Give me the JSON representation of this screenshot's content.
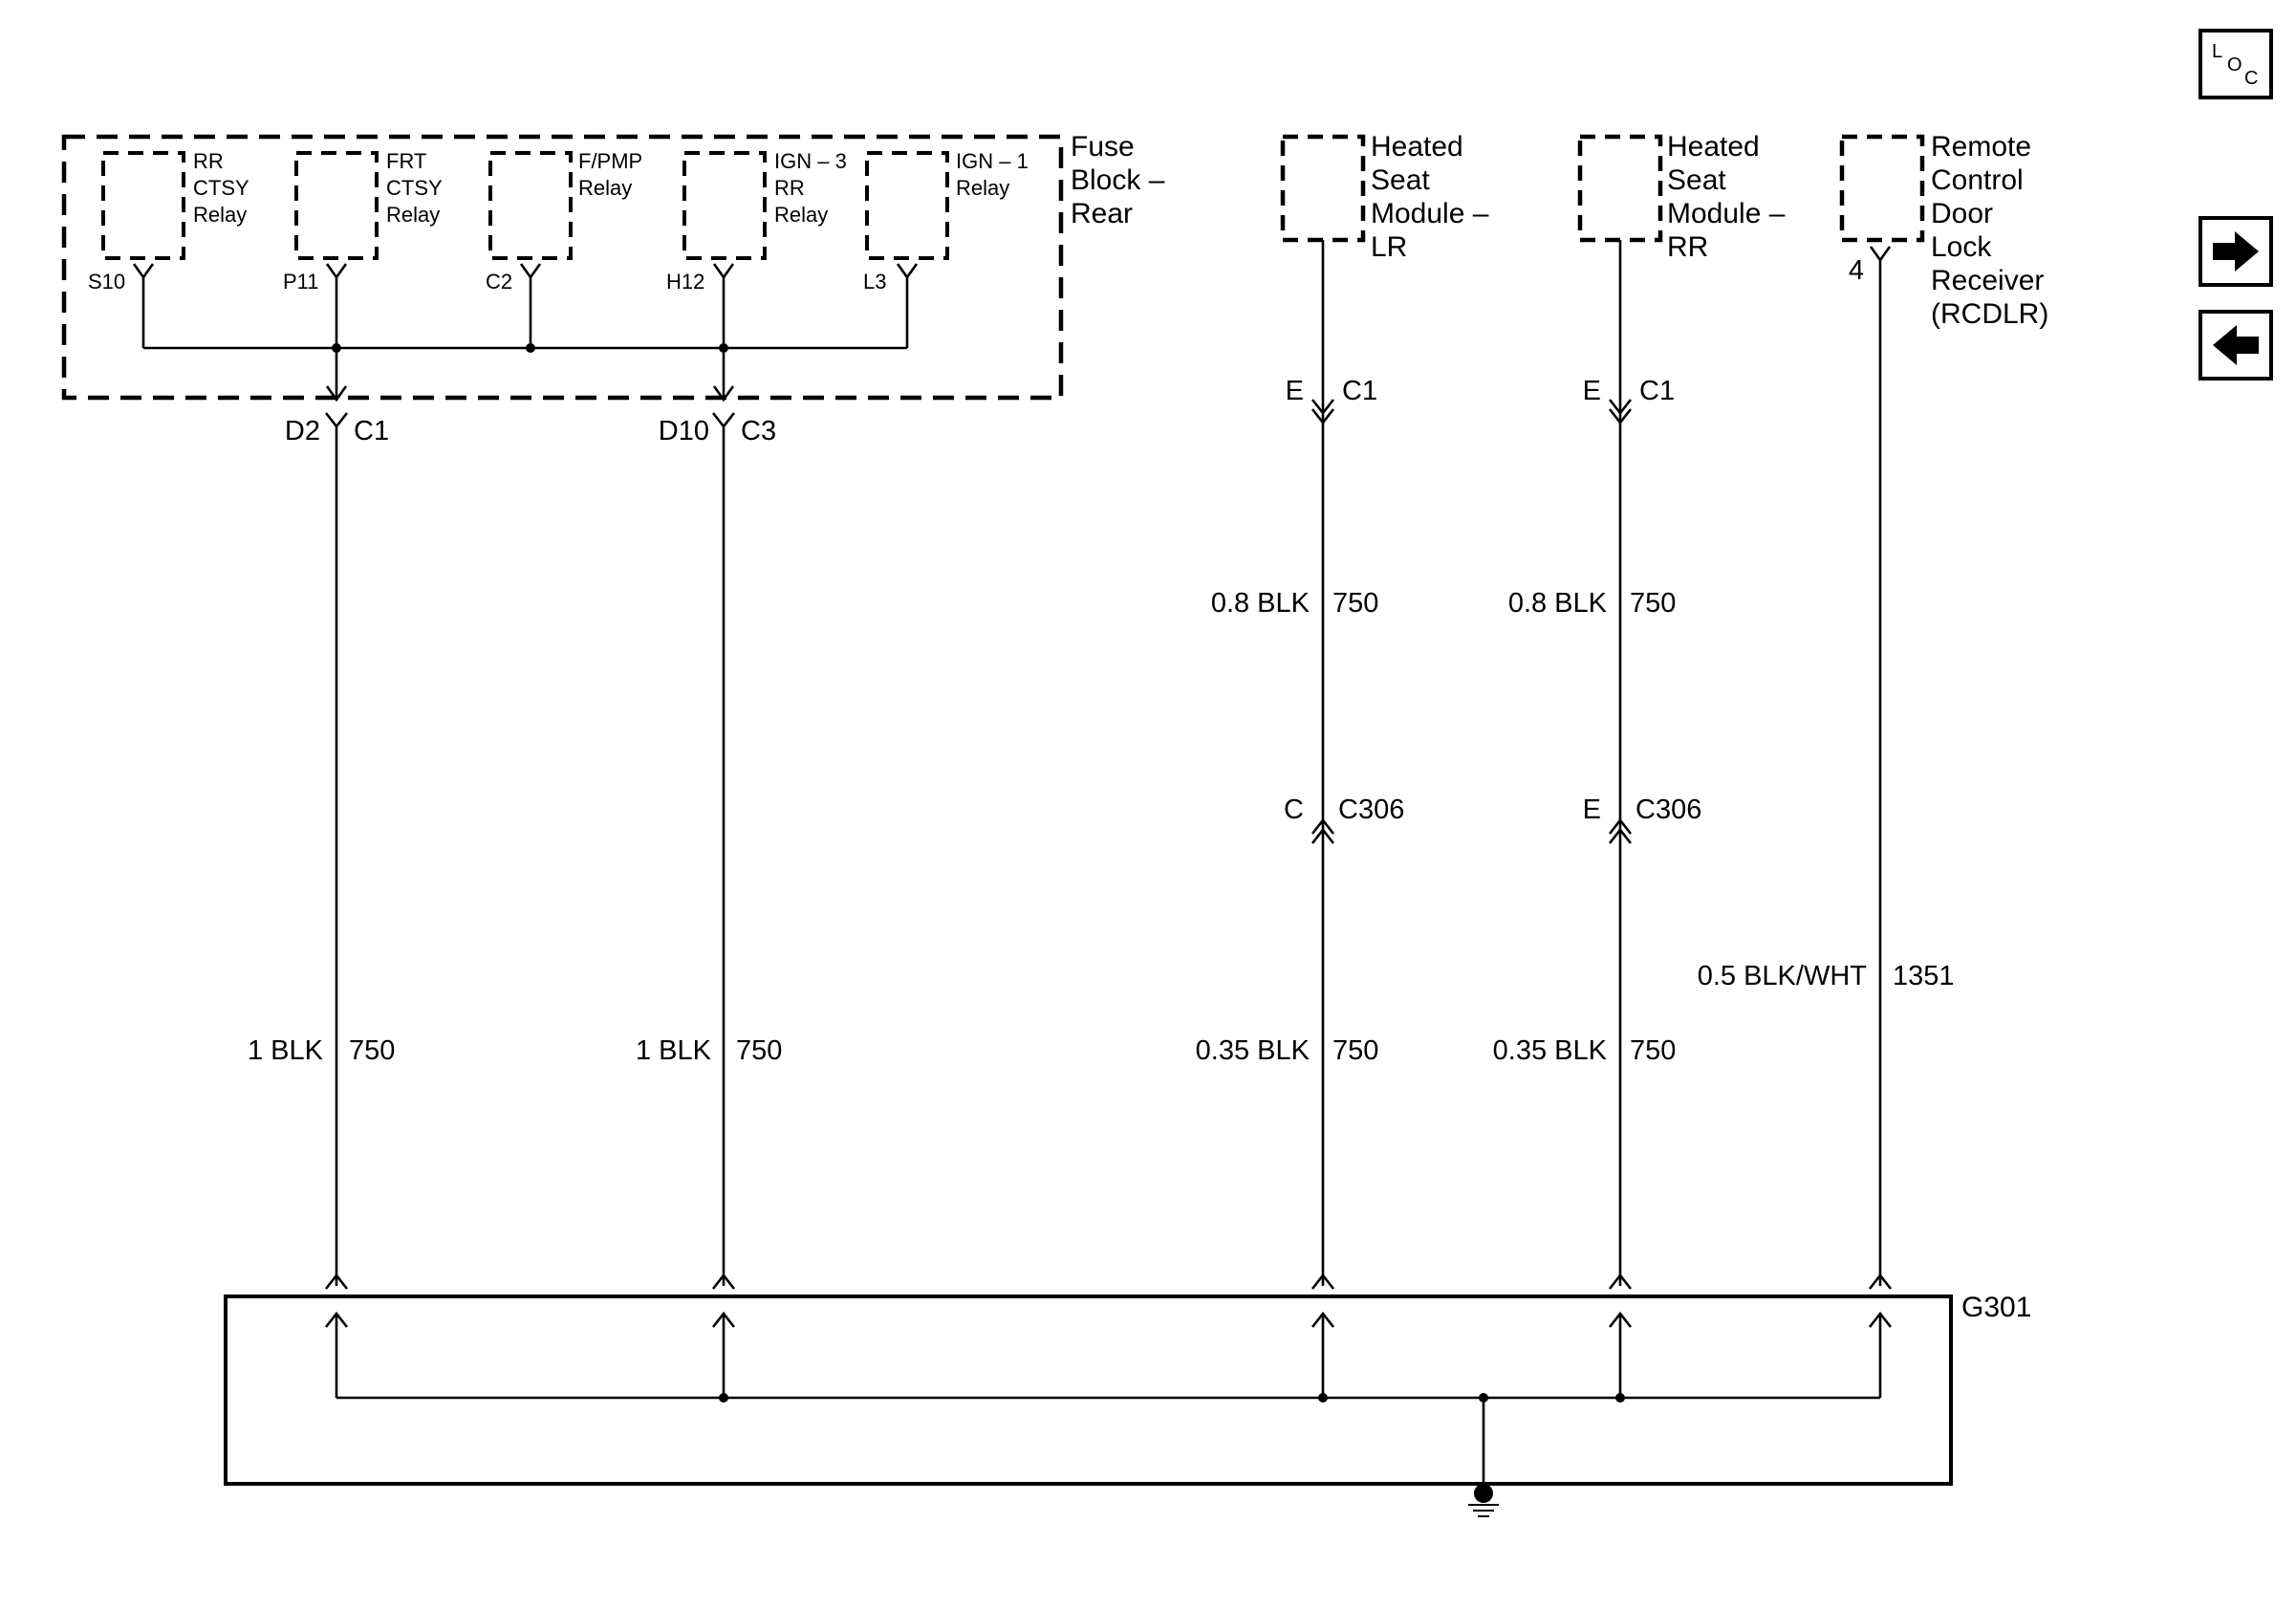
{
  "fuse_block": {
    "title_lines": [
      "Fuse",
      "Block –",
      "Rear"
    ],
    "relays": [
      {
        "lines": [
          "RR",
          "CTSY",
          "Relay"
        ],
        "pin": "S10"
      },
      {
        "lines": [
          "FRT",
          "CTSY",
          "Relay"
        ],
        "pin": "P11"
      },
      {
        "lines": [
          "F/PMP",
          "Relay"
        ],
        "pin": "C2"
      },
      {
        "lines": [
          "IGN – 3",
          "RR",
          "Relay"
        ],
        "pin": "H12"
      },
      {
        "lines": [
          "IGN – 1",
          "Relay"
        ],
        "pin": "L3"
      }
    ],
    "outputs": [
      {
        "pin": "D2",
        "connector": "C1",
        "wire": "1 BLK",
        "circuit": "750"
      },
      {
        "pin": "D10",
        "connector": "C3",
        "wire": "1 BLK",
        "circuit": "750"
      }
    ]
  },
  "heated_seat_lr": {
    "title_lines": [
      "Heated",
      "Seat",
      "Module –",
      "LR"
    ],
    "top_pin": "E",
    "top_connector": "C1",
    "upper_wire": "0.8 BLK",
    "upper_circuit": "750",
    "mid_pin": "C",
    "mid_connector": "C306",
    "lower_wire": "0.35 BLK",
    "lower_circuit": "750"
  },
  "heated_seat_rr": {
    "title_lines": [
      "Heated",
      "Seat",
      "Module –",
      "RR"
    ],
    "top_pin": "E",
    "top_connector": "C1",
    "upper_wire": "0.8 BLK",
    "upper_circuit": "750",
    "mid_pin": "E",
    "mid_connector": "C306",
    "lower_wire": "0.35 BLK",
    "lower_circuit": "750"
  },
  "rcdlr": {
    "title_lines": [
      "Remote",
      "Control",
      "Door",
      "Lock",
      "Receiver",
      "(RCDLR)"
    ],
    "pin": "4",
    "wire": "0.5 BLK/WHT",
    "circuit": "1351"
  },
  "ground": {
    "label": "G301"
  },
  "sidebar": {
    "loc_letters": [
      "L",
      "O",
      "C"
    ],
    "next_icon": "arrow-right-icon",
    "prev_icon": "arrow-left-icon"
  }
}
